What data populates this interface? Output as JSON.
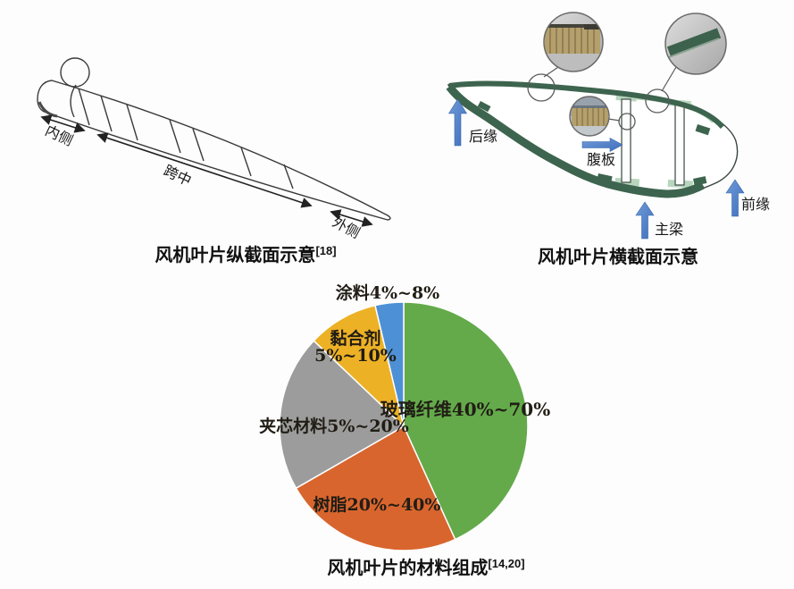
{
  "figure": {
    "background": "#ffffff"
  },
  "longitudinal_diagram": {
    "caption": "风机叶片纵截面示意",
    "reference": "[18]",
    "labels": {
      "inner_side": "内侧",
      "mid_span": "跨中",
      "outer_side": "外侧"
    }
  },
  "cross_section_diagram": {
    "caption": "风机叶片横截面示意",
    "labels": {
      "trailing_edge": "后缘",
      "shear_web": "腹板",
      "main_spar": "主梁",
      "leading_edge": "前缘"
    },
    "colors": {
      "shell_green": "#3d644e",
      "liner_green": "#b8d6bd",
      "arrow_blue": "#4a7cc7"
    }
  },
  "chart_data": {
    "type": "pie",
    "title": "风机叶片的材料组成",
    "title_reference": "[14,20]",
    "legend_position": "labels-on-slices",
    "start_angle_deg": 0,
    "slices": [
      {
        "material": "玻璃纤维",
        "range": "40%~70%",
        "label": "玻璃纤维40%~70%",
        "drawn_percent": 43.2,
        "color": "#64aa4b"
      },
      {
        "material": "树脂",
        "range": "20%~40%",
        "label": "树脂20%~40%",
        "drawn_percent": 23.5,
        "color": "#d9652e"
      },
      {
        "material": "夹芯材料",
        "range": "5%~20%",
        "label": "夹芯材料5%~20%",
        "drawn_percent": 20.4,
        "color": "#9c9c9c"
      },
      {
        "material": "黏合剂",
        "range": "5%~10%",
        "label": "黏合剂 5%~10%",
        "drawn_percent": 9.2,
        "color": "#edb126"
      },
      {
        "material": "涂料",
        "range": "4%~8%",
        "label": "涂料4%~8%",
        "drawn_percent": 3.7,
        "color": "#4e90d5"
      }
    ]
  }
}
